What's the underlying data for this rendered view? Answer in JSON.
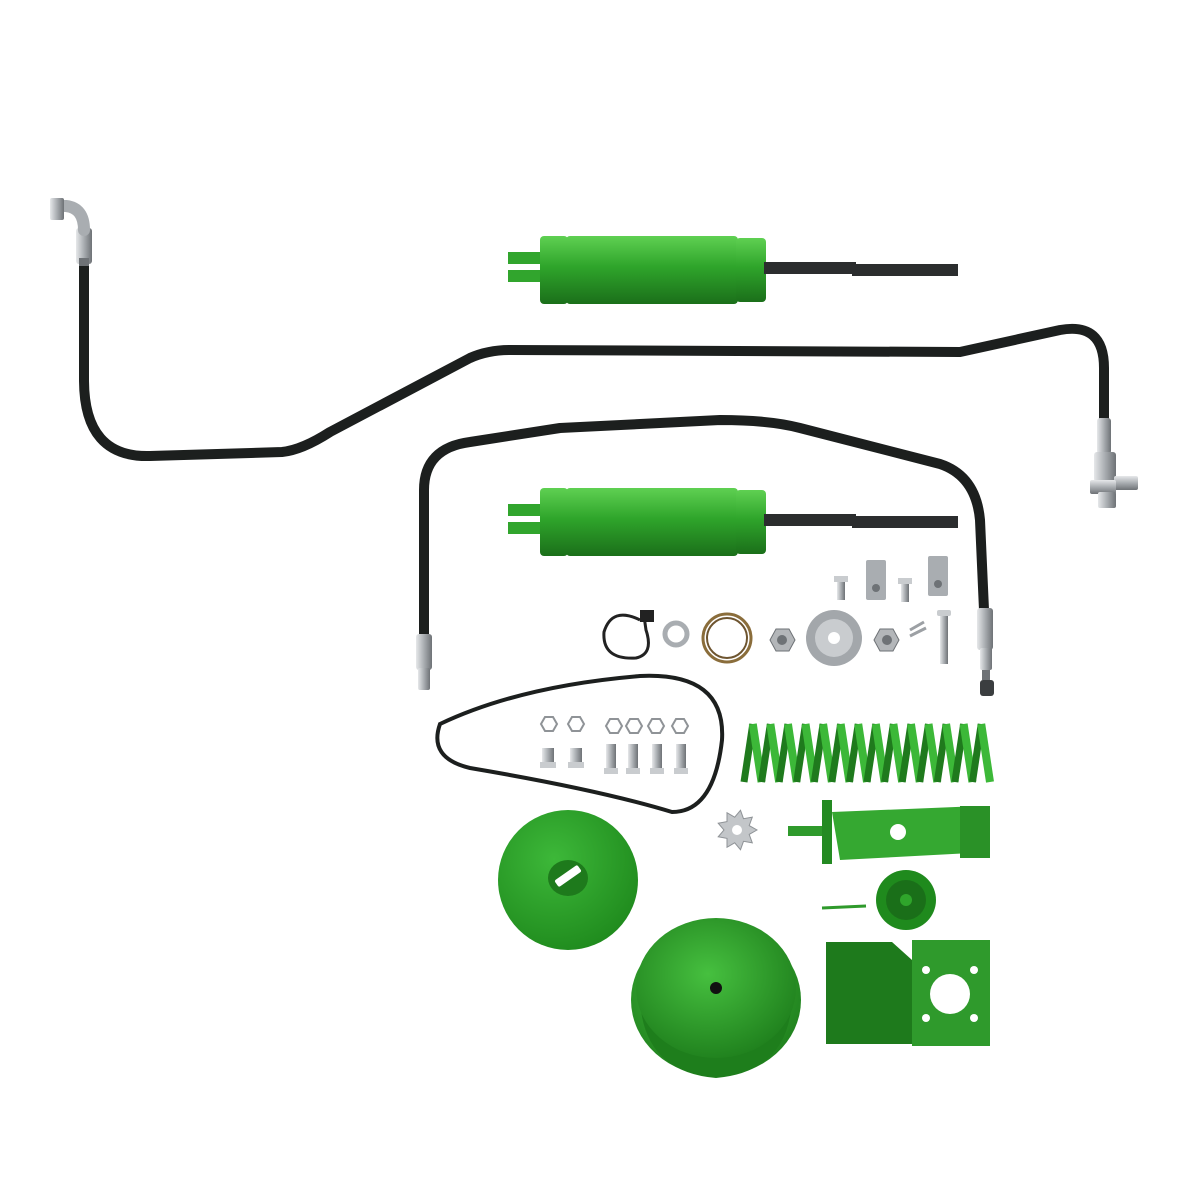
{
  "colors": {
    "background": "#ffffff",
    "green": "#2f9a2c",
    "green_dark": "#1f7a1d",
    "green_light": "#4cc043",
    "hose": "#1c1f1e",
    "steel": "#b9bcbf",
    "steel_dark": "#7d8185"
  },
  "parts": [
    "hydraulic-cylinder",
    "hydraulic-cylinder",
    "hydraulic-hose",
    "hydraulic-hose",
    "tee-fitting",
    "cable-tie",
    "flat-washer",
    "o-ring",
    "hex-nut",
    "seal-washer",
    "bolt",
    "mounting-bracket",
    "cotter-pin",
    "clevis-pin",
    "drive-belt",
    "compression-spring",
    "sprocket",
    "pulley",
    "drum-cover",
    "support-tube-bracket",
    "filler-cap",
    "mounting-plate"
  ]
}
